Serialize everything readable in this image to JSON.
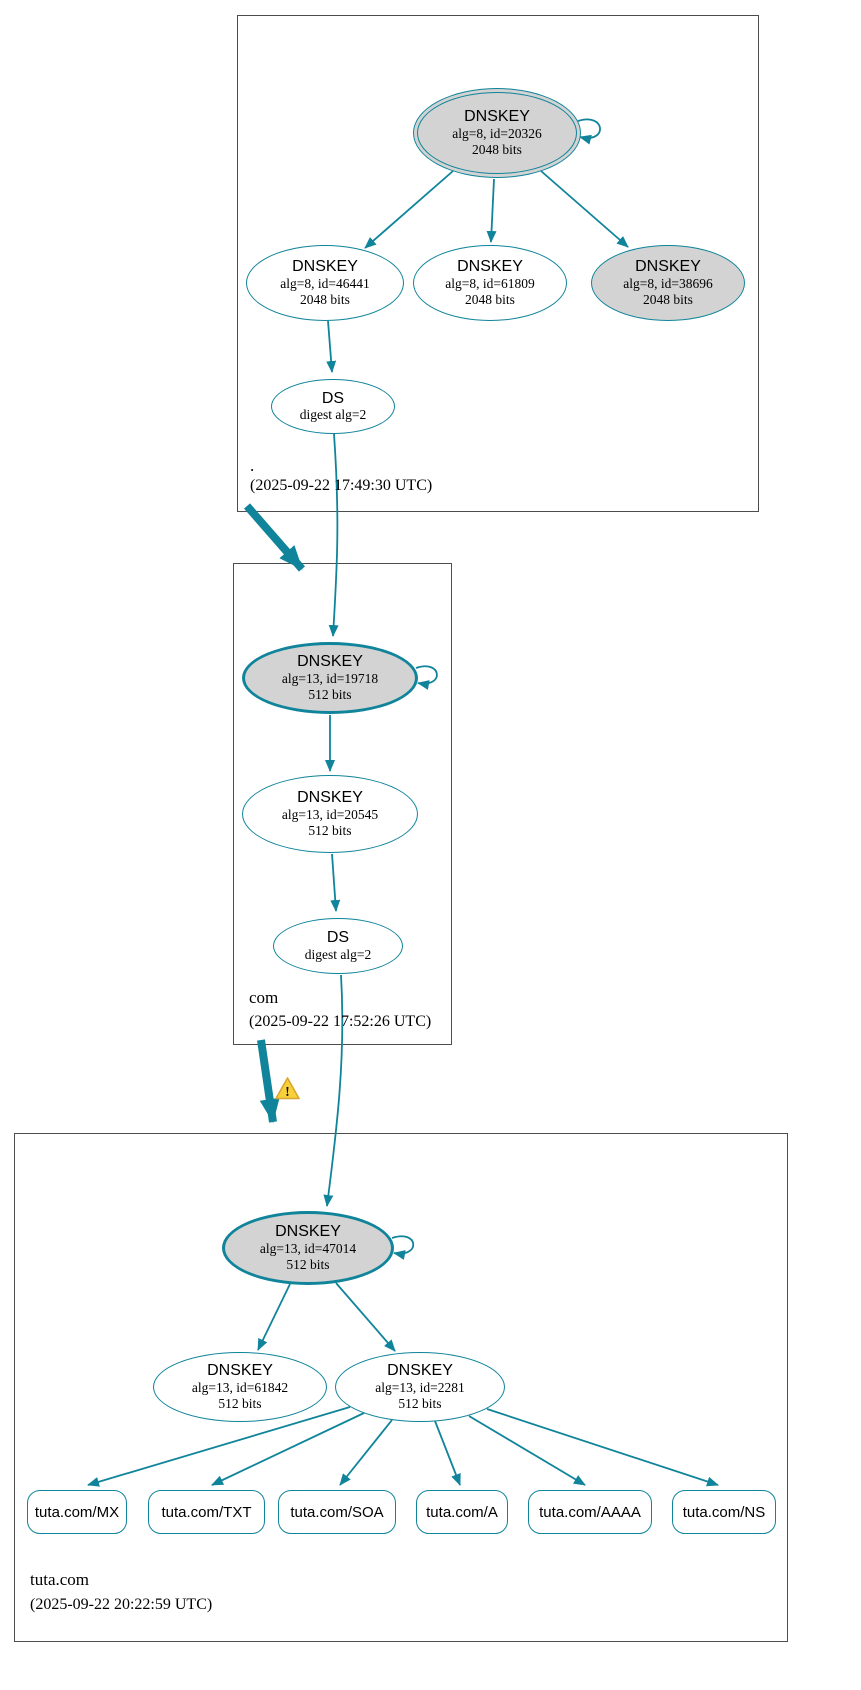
{
  "colors": {
    "edge_teal": "#10849a",
    "zone_box_border": "#4d4d4d",
    "ksk_fill_gray": "#d3d3d3",
    "warning_fill": "#f7d03c",
    "warning_border": "#d9a62e"
  },
  "zones": {
    "root": {
      "label": ".",
      "timestamp": "(2025-09-22 17:49:30 UTC)",
      "ksk": {
        "title": "DNSKEY",
        "alg": "alg=8, id=20326",
        "bits": "2048 bits"
      },
      "key46441": {
        "title": "DNSKEY",
        "alg": "alg=8, id=46441",
        "bits": "2048 bits"
      },
      "key61809": {
        "title": "DNSKEY",
        "alg": "alg=8, id=61809",
        "bits": "2048 bits"
      },
      "key38696": {
        "title": "DNSKEY",
        "alg": "alg=8, id=38696",
        "bits": "2048 bits"
      },
      "ds": {
        "title": "DS",
        "digest": "digest alg=2"
      }
    },
    "com": {
      "label": "com",
      "timestamp": "(2025-09-22 17:52:26 UTC)",
      "ksk": {
        "title": "DNSKEY",
        "alg": "alg=13, id=19718",
        "bits": "512 bits"
      },
      "zsk": {
        "title": "DNSKEY",
        "alg": "alg=13, id=20545",
        "bits": "512 bits"
      },
      "ds": {
        "title": "DS",
        "digest": "digest alg=2"
      }
    },
    "tuta": {
      "label": "tuta.com",
      "timestamp": "(2025-09-22 20:22:59 UTC)",
      "ksk": {
        "title": "DNSKEY",
        "alg": "alg=13, id=47014",
        "bits": "512 bits"
      },
      "key61842": {
        "title": "DNSKEY",
        "alg": "alg=13, id=61842",
        "bits": "512 bits"
      },
      "key2281": {
        "title": "DNSKEY",
        "alg": "alg=13, id=2281",
        "bits": "512 bits"
      },
      "rrsets": [
        {
          "label": "tuta.com/MX"
        },
        {
          "label": "tuta.com/TXT"
        },
        {
          "label": "tuta.com/SOA"
        },
        {
          "label": "tuta.com/A"
        },
        {
          "label": "tuta.com/AAAA"
        },
        {
          "label": "tuta.com/NS"
        }
      ]
    }
  },
  "warning": {
    "symbol": "!"
  }
}
